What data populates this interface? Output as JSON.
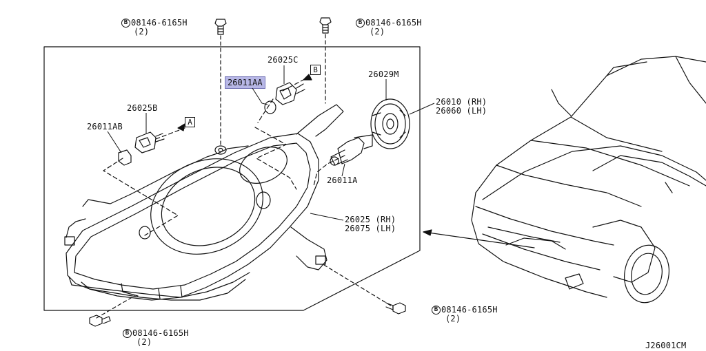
{
  "diagram": {
    "fastener_part": "08146-6165H",
    "fastener_symbol": "B",
    "fastener_qty": "(2)",
    "callouts": {
      "bulb_small_highlighted": "26011AA",
      "socket_upper": "26025C",
      "socket_left": "26025B",
      "bulb_small_left": "26011AB",
      "cap": "26029M",
      "bulb_main": "26011A",
      "assy_rh": "26010 (RH)",
      "assy_lh": "26060 (LH)",
      "housing_rh": "26025 (RH)",
      "housing_lh": "26075 (LH)"
    },
    "ref_a": "A",
    "ref_b": "B",
    "diagram_code": "J26001CM"
  },
  "colors": {
    "line": "#111111",
    "highlight": "#b7b7e6",
    "highlight_border": "#6f6fb3",
    "background": "#ffffff"
  }
}
